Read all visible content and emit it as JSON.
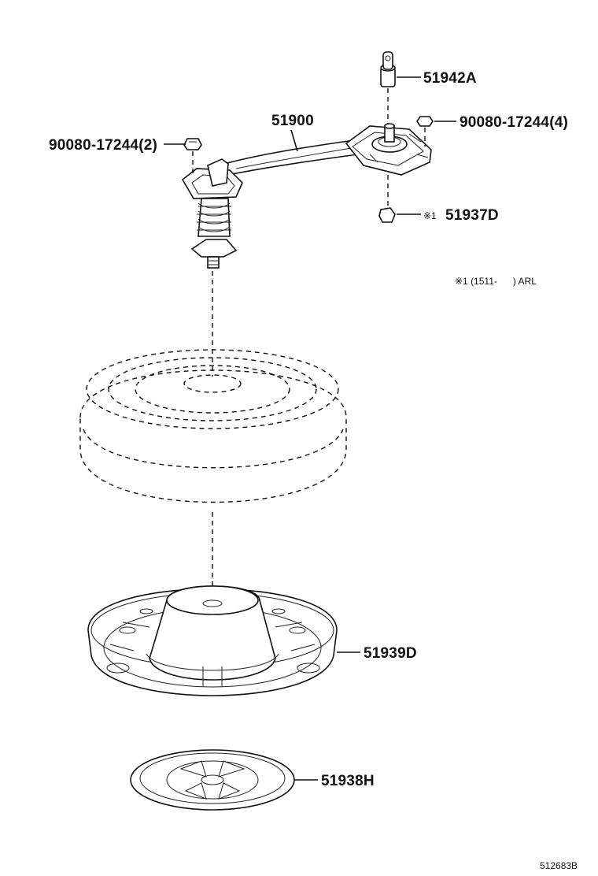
{
  "labels": {
    "p51942a": "51942A",
    "p51900": "51900",
    "p90080_2": "90080-17244(2)",
    "p90080_4": "90080-17244(4)",
    "p51937d_mark": "※1",
    "p51937d": "51937D",
    "p51939d": "51939D",
    "p51938h": "51938H"
  },
  "note": {
    "text": "※1 (1511-      ) ARL"
  },
  "figure_ref": "512683B"
}
